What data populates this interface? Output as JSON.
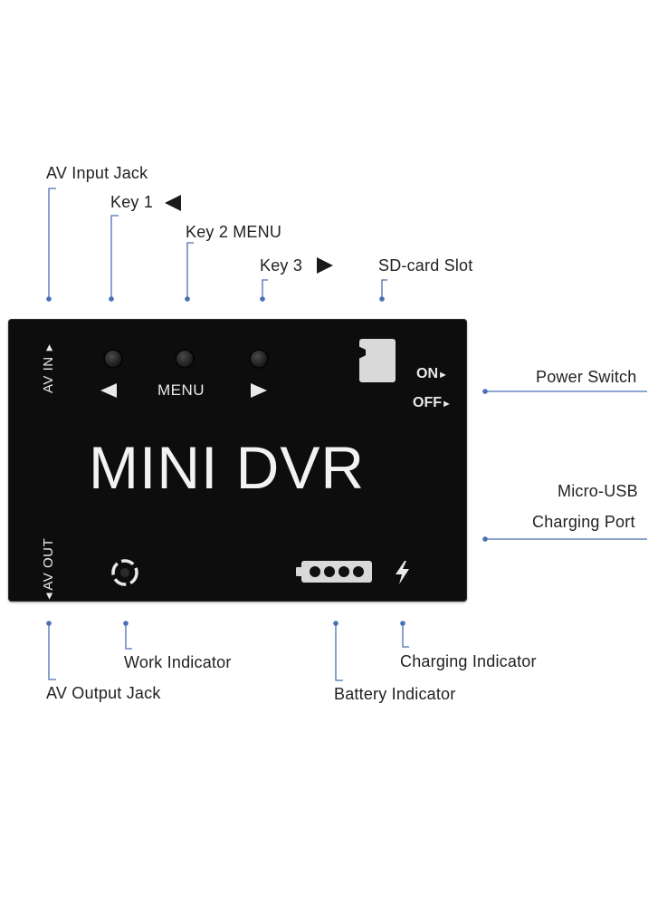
{
  "callouts": {
    "av_input_jack": "AV Input Jack",
    "key1": "Key 1",
    "key2_menu": "Key 2 MENU",
    "key3": "Key 3",
    "sd_card_slot": "SD-card Slot",
    "power_switch": "Power Switch",
    "micro_usb_line1": "Micro-USB",
    "micro_usb_line2": "Charging Port",
    "work_indicator": "Work Indicator",
    "av_output_jack": "AV Output Jack",
    "battery_indicator": "Battery Indicator",
    "charging_indicator": "Charging Indicator"
  },
  "device": {
    "brand": "MINI DVR",
    "menu_label": "MENU",
    "av_in_label": "AV IN",
    "av_out_label": "AV OUT",
    "on_label": "ON",
    "off_label": "OFF"
  },
  "colors": {
    "leader_line": "#4a6fb5",
    "device_body": "#0d0d0d",
    "device_print": "#e9e9e9"
  },
  "icons": [
    "left-triangle-icon",
    "right-triangle-icon",
    "sd-card-icon",
    "power-ring-icon",
    "battery-icon",
    "lightning-icon",
    "arrow-icon"
  ]
}
